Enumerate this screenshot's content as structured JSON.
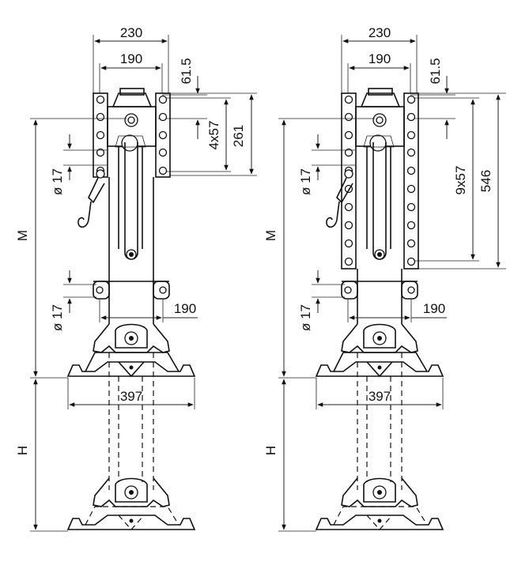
{
  "drawings": [
    {
      "id": "jack-4-holes",
      "dims": {
        "top_width": "230",
        "inner_width": "190",
        "offset": "61.5",
        "hole_pattern": "4x57",
        "plate_height": "261",
        "hole_dia_upper": "ø 17",
        "hole_dia_lower": "ø 17",
        "lower_width": "190",
        "foot_width": "397",
        "m_label": "M",
        "h_label": "H"
      }
    },
    {
      "id": "jack-9-holes",
      "dims": {
        "top_width": "230",
        "inner_width": "190",
        "offset": "61.5",
        "hole_pattern": "9x57",
        "plate_height": "546",
        "hole_dia_upper": "ø 17",
        "hole_dia_lower": "ø 17",
        "lower_width": "190",
        "foot_width": "397",
        "m_label": "M",
        "h_label": "H"
      }
    }
  ]
}
